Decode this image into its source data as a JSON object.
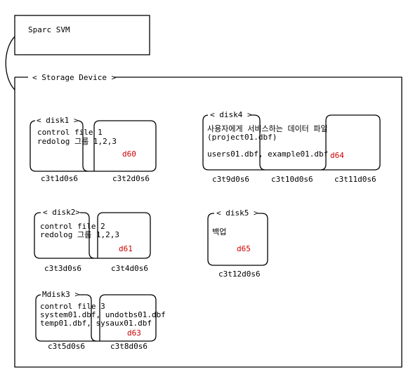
{
  "host": {
    "label": "Sparc SVM"
  },
  "storage": {
    "label": "< Storage Device >"
  },
  "volumes": [
    {
      "id": "d60",
      "title": "< disk1 >",
      "lines": [
        "control file 1",
        "redolog 그룹 1,2,3"
      ],
      "disks": [
        "c3t1d0s6",
        "c3t2d0s6"
      ]
    },
    {
      "id": "d64",
      "title": "< disk4 >",
      "lines": [
        "사용자에게 서비스하는 데이터 파일",
        "(project01.dbf)",
        "",
        "users01.dbf, example01.dbf"
      ],
      "disks": [
        "c3t9d0s6",
        "c3t10d0s6",
        "c3t11d0s6"
      ]
    },
    {
      "id": "d61",
      "title": "< disk2>",
      "lines": [
        "control file 2",
        "redolog 그룹 1,2,3"
      ],
      "disks": [
        "c3t3d0s6",
        "c3t4d0s6"
      ]
    },
    {
      "id": "d65",
      "title": "< disk5 >",
      "lines": [
        "백업"
      ],
      "disks": [
        "c3t12d0s6"
      ]
    },
    {
      "id": "d63",
      "title": "Mdisk3 >",
      "lines": [
        "control file 3",
        "system01.dbf, undotbs01.dbf",
        "temp01.dbf, sysaux01.dbf"
      ],
      "disks": [
        "c3t5d0s6",
        "c3t8d0s6"
      ]
    }
  ],
  "colors": {
    "line": "#000000",
    "volume_id": "#cc0000",
    "background": "#ffffff"
  }
}
